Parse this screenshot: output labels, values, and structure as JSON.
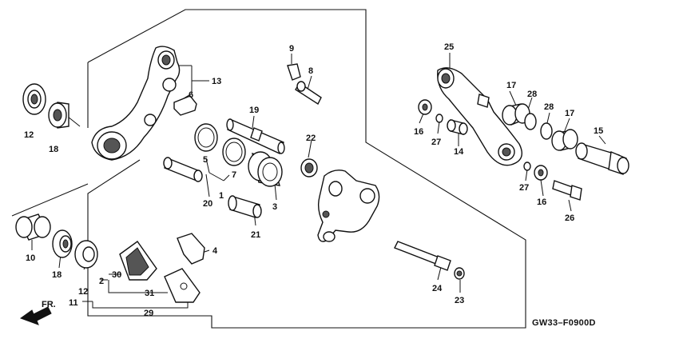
{
  "diagram_code": "GW33–F0900D",
  "direction_label": "FR.",
  "callouts": [
    "1",
    "2",
    "3",
    "4",
    "5",
    "6",
    "7",
    "8",
    "9",
    "10",
    "11",
    "12",
    "12",
    "13",
    "14",
    "15",
    "16",
    "16",
    "17",
    "17",
    "18",
    "18",
    "19",
    "20",
    "21",
    "22",
    "23",
    "24",
    "25",
    "26",
    "27",
    "27",
    "28",
    "28",
    "29",
    "30",
    "31"
  ]
}
